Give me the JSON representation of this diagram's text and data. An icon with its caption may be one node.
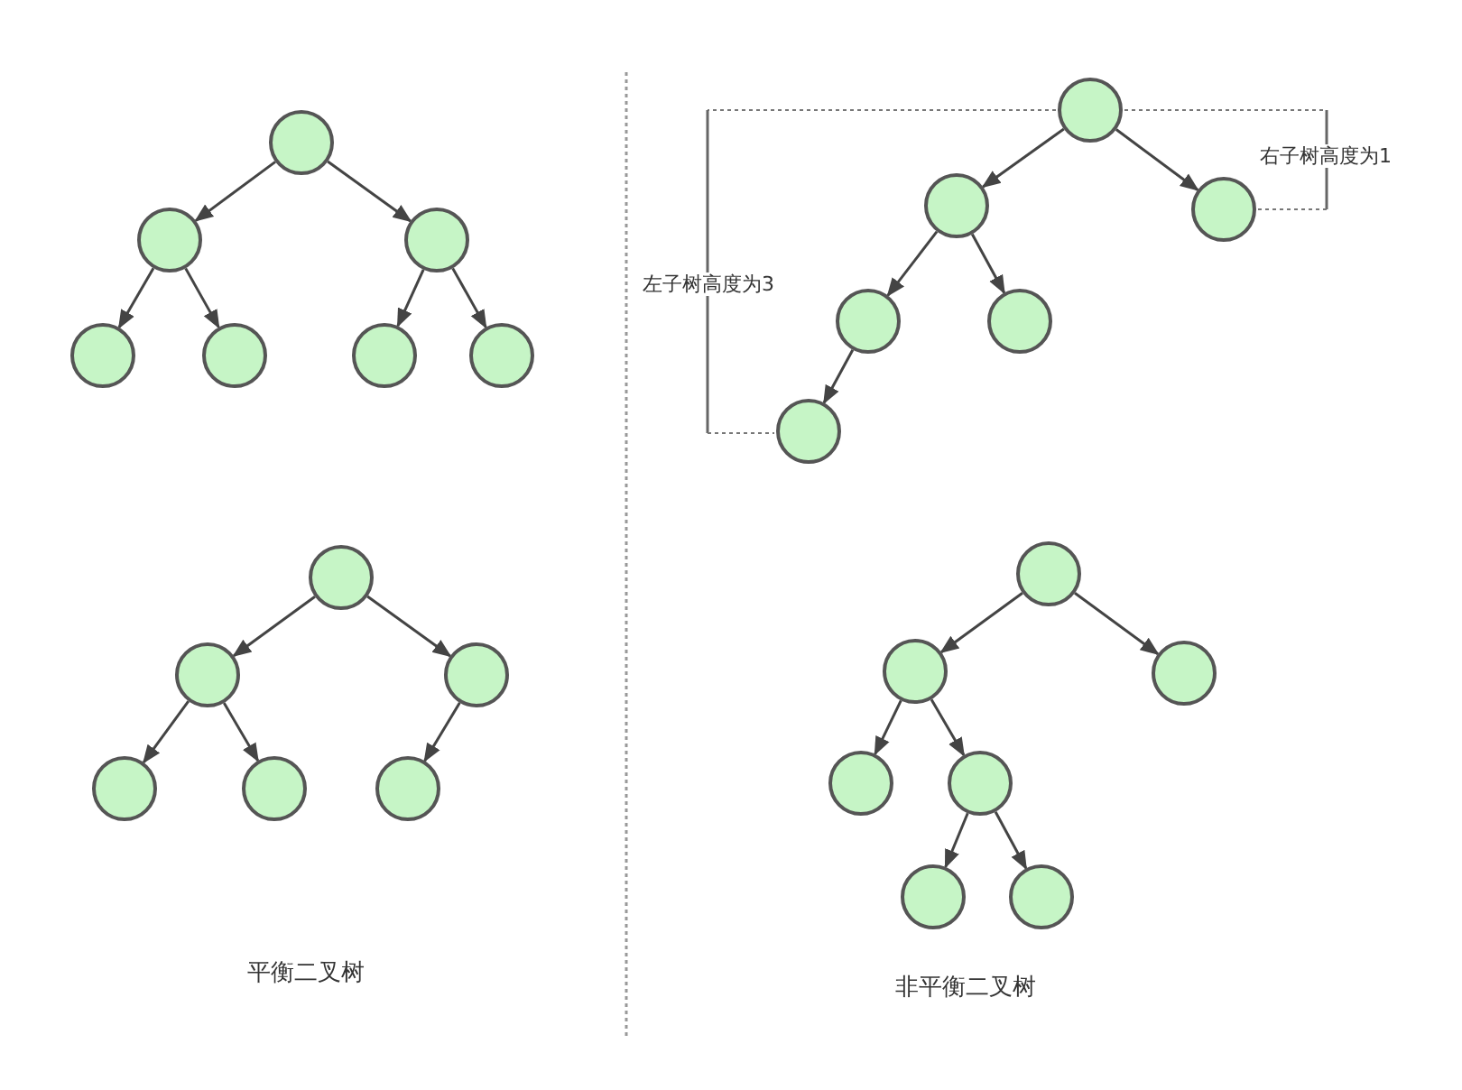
{
  "diagram": {
    "nodes": [
      {
        "text": [],
        "shape": "circle"
      },
      {
        "text": [],
        "shape": "circle"
      },
      {
        "text": [],
        "shape": "circle"
      },
      {
        "text": [],
        "shape": "circle"
      },
      {
        "text": [],
        "shape": "circle"
      },
      {
        "text": [],
        "shape": "circle"
      },
      {
        "text": [],
        "shape": "circle"
      },
      {
        "text": [],
        "shape": "circle"
      },
      {
        "text": [],
        "shape": "circle"
      },
      {
        "text": [],
        "shape": "circle"
      },
      {
        "text": [],
        "shape": "circle"
      },
      {
        "text": [],
        "shape": "circle"
      },
      {
        "text": [],
        "shape": "circle"
      },
      {
        "text": [],
        "shape": "circle"
      },
      {
        "text": [],
        "shape": "circle"
      },
      {
        "text": [],
        "shape": "circle"
      },
      {
        "text": [],
        "shape": "circle"
      },
      {
        "text": [],
        "shape": "circle"
      },
      {
        "text": [],
        "shape": "circle"
      },
      {
        "text": [],
        "shape": "circle"
      },
      {
        "text": [],
        "shape": "circle"
      },
      {
        "text": [],
        "shape": "circle"
      },
      {
        "text": [],
        "shape": "circle"
      },
      {
        "text": [],
        "shape": "circle"
      },
      {
        "text": [],
        "shape": "circle"
      },
      {
        "text": [],
        "shape": "circle"
      }
    ],
    "edges": [
      {
        "from": 0,
        "to": 1,
        "arrow": "to"
      },
      {
        "from": 0,
        "to": 2,
        "arrow": "to"
      },
      {
        "from": 1,
        "to": 3,
        "arrow": "to"
      },
      {
        "from": 1,
        "to": 4,
        "arrow": "to"
      },
      {
        "from": 2,
        "to": 5,
        "arrow": "to"
      },
      {
        "from": 2,
        "to": 6,
        "arrow": "to"
      },
      {
        "from": 7,
        "to": 8,
        "arrow": "to"
      },
      {
        "from": 7,
        "to": 9,
        "arrow": "to"
      },
      {
        "from": 8,
        "to": 10,
        "arrow": "to"
      },
      {
        "from": 8,
        "to": 11,
        "arrow": "to"
      },
      {
        "from": 10,
        "to": 12,
        "arrow": "to"
      },
      {
        "from": 13,
        "to": 14,
        "arrow": "to"
      },
      {
        "from": 13,
        "to": 15,
        "arrow": "to"
      },
      {
        "from": 14,
        "to": 16,
        "arrow": "to"
      },
      {
        "from": 14,
        "to": 17,
        "arrow": "to"
      },
      {
        "from": 15,
        "to": 18,
        "arrow": "to"
      },
      {
        "from": 19,
        "to": 20,
        "arrow": "to"
      },
      {
        "from": 19,
        "to": 21,
        "arrow": "to"
      },
      {
        "from": 20,
        "to": 22,
        "arrow": "to"
      },
      {
        "from": 20,
        "to": 23,
        "arrow": "to"
      },
      {
        "from": 23,
        "to": 24,
        "arrow": "to"
      },
      {
        "from": 23,
        "to": 25,
        "arrow": "to"
      }
    ],
    "labels": [
      "右子树高度为1",
      "左子树高度为3",
      "平衡二叉树",
      "非平衡二叉树"
    ]
  }
}
